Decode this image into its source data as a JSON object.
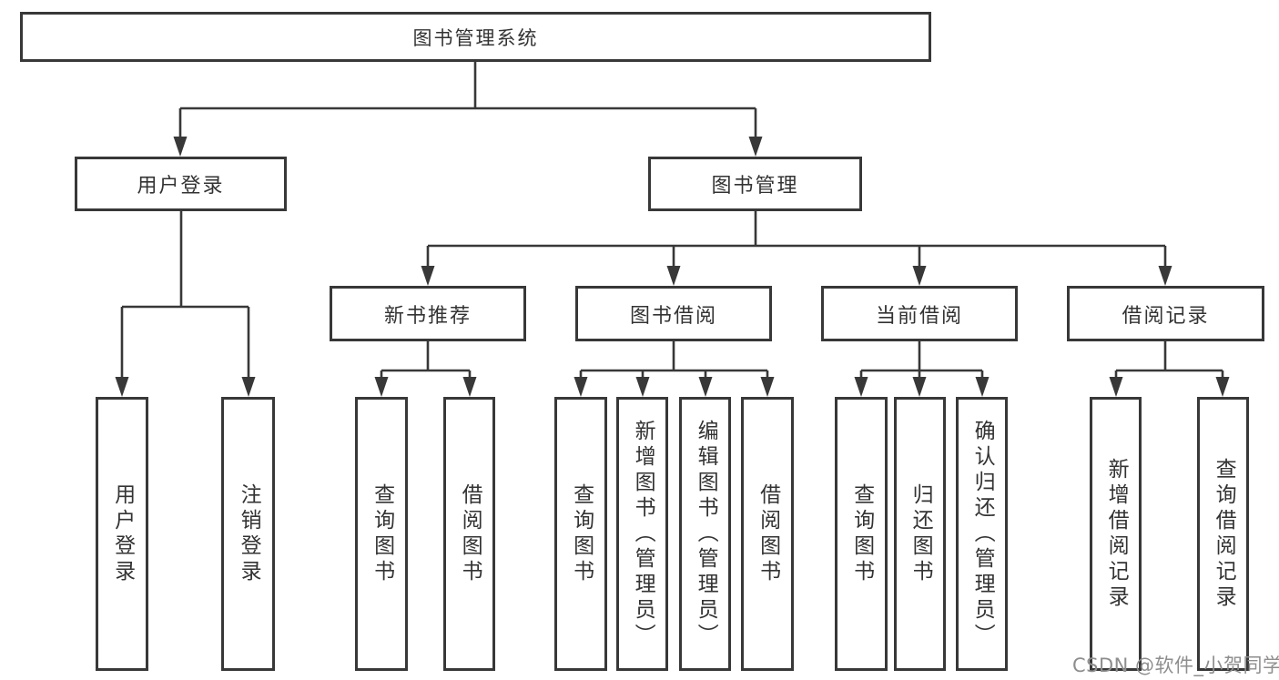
{
  "colors": {
    "line": "#383838",
    "text": "#333333",
    "box_bg": "#ffffff",
    "watermark": "#8e8e8e"
  },
  "watermark": "CSDN @软件_小贺同学",
  "tree": {
    "root": {
      "label": "图书管理系统",
      "children": [
        {
          "label": "用户登录",
          "children": [
            {
              "label": "用户登录"
            },
            {
              "label": "注销登录"
            }
          ]
        },
        {
          "label": "图书管理",
          "children": [
            {
              "label": "新书推荐",
              "children": [
                {
                  "label": "查询图书"
                },
                {
                  "label": "借阅图书"
                }
              ]
            },
            {
              "label": "图书借阅",
              "children": [
                {
                  "label": "查询图书"
                },
                {
                  "label": "新增图书（管理员）"
                },
                {
                  "label": "编辑图书（管理员）"
                },
                {
                  "label": "借阅图书"
                }
              ]
            },
            {
              "label": "当前借阅",
              "children": [
                {
                  "label": "查询图书"
                },
                {
                  "label": "归还图书"
                },
                {
                  "label": "确认归还（管理员）"
                }
              ]
            },
            {
              "label": "借阅记录",
              "children": [
                {
                  "label": "新增借阅记录"
                },
                {
                  "label": "查询借阅记录"
                }
              ]
            }
          ]
        }
      ]
    }
  }
}
